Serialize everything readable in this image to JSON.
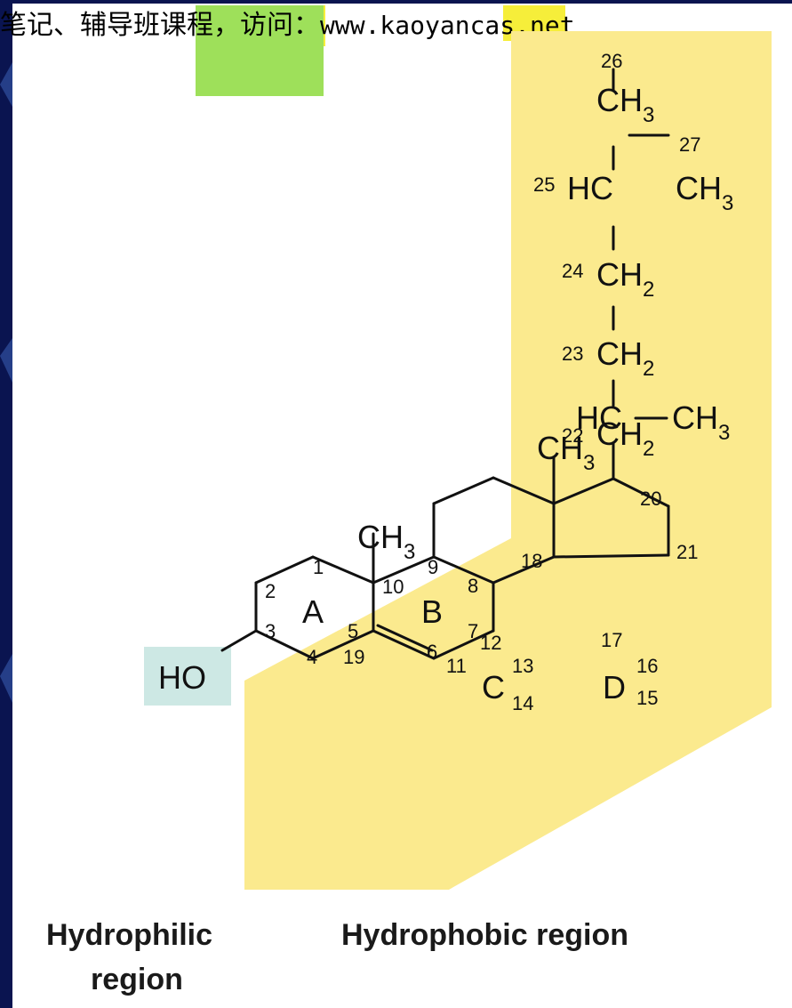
{
  "header": {
    "text_prefix": "笔记、辅导班课程，访问：",
    "url": "www.kaoyancas.net"
  },
  "molecule": {
    "groups": {
      "ho": "HO",
      "ch3_19": "CH",
      "ch3_18": "CH",
      "hc_20": "HC",
      "ch3_21": "CH",
      "ch2_22": "CH",
      "ch2_23": "CH",
      "ch2_24": "CH",
      "hc_25": "HC",
      "ch3_26": "CH",
      "ch3_27": "CH"
    },
    "subscripts": {
      "ch3_19": "3",
      "ch3_18": "3",
      "ch3_21": "3",
      "ch2_22": "2",
      "ch2_23": "2",
      "ch2_24": "2",
      "ch3_26": "3",
      "ch3_27": "3"
    },
    "ring_letters": {
      "a": "A",
      "b": "B",
      "c": "C",
      "d": "D"
    },
    "atom_numbers": {
      "n1": "1",
      "n2": "2",
      "n3": "3",
      "n4": "4",
      "n5": "5",
      "n6": "6",
      "n7": "7",
      "n8": "8",
      "n9": "9",
      "n10": "10",
      "n11": "11",
      "n12": "12",
      "n13": "13",
      "n14": "14",
      "n15": "15",
      "n16": "16",
      "n17": "17",
      "n18": "18",
      "n19": "19",
      "n20": "20",
      "n21": "21",
      "n22": "22",
      "n23": "23",
      "n24": "24",
      "n25": "25",
      "n26": "26",
      "n27": "27"
    }
  },
  "captions": {
    "hydrophilic_line1": "Hydrophilic",
    "hydrophilic_line2": "region",
    "hydrophobic": "Hydrophobic region"
  },
  "colors": {
    "hydrophobic_highlight": "#FBEA8E",
    "hydrophilic_highlight": "#CDE8E4",
    "text_highlight_yellow": "#F6EE3A",
    "text_highlight_green": "#9EE05A",
    "slide_border": "#0A1450"
  }
}
